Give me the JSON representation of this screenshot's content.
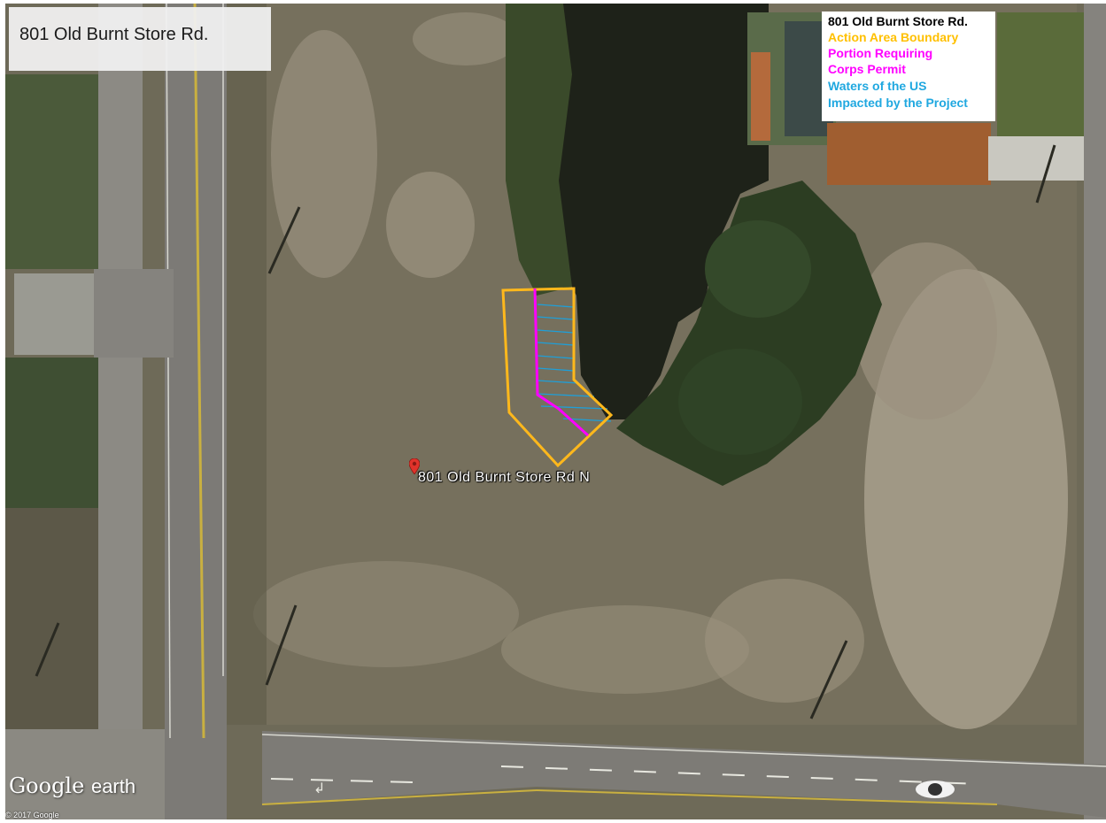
{
  "title": "801 Old Burnt Store Rd.",
  "legend": {
    "items": [
      {
        "label": "801 Old Burnt Store Rd.",
        "color": "#000000"
      },
      {
        "label": "Action Area Boundary",
        "color": "#ffc000"
      },
      {
        "label": "Portion Requiring",
        "color": "#ff00ff"
      },
      {
        "label": "Corps Permit",
        "color": "#ff00ff"
      },
      {
        "label": "Waters of the US",
        "color": "#20a8e0"
      },
      {
        "label": "Impacted by the Project",
        "color": "#20a8e0"
      }
    ]
  },
  "pin": {
    "label": "801 Old Burnt Store Rd N",
    "icon": "map-pin-icon"
  },
  "branding": {
    "google": "Google",
    "earth": "earth",
    "copyright": "© 2017 Google"
  },
  "overlay_colors": {
    "boundary": "#ffb81c",
    "permit": "#ff00ff",
    "waters": "#1f9fd8"
  }
}
